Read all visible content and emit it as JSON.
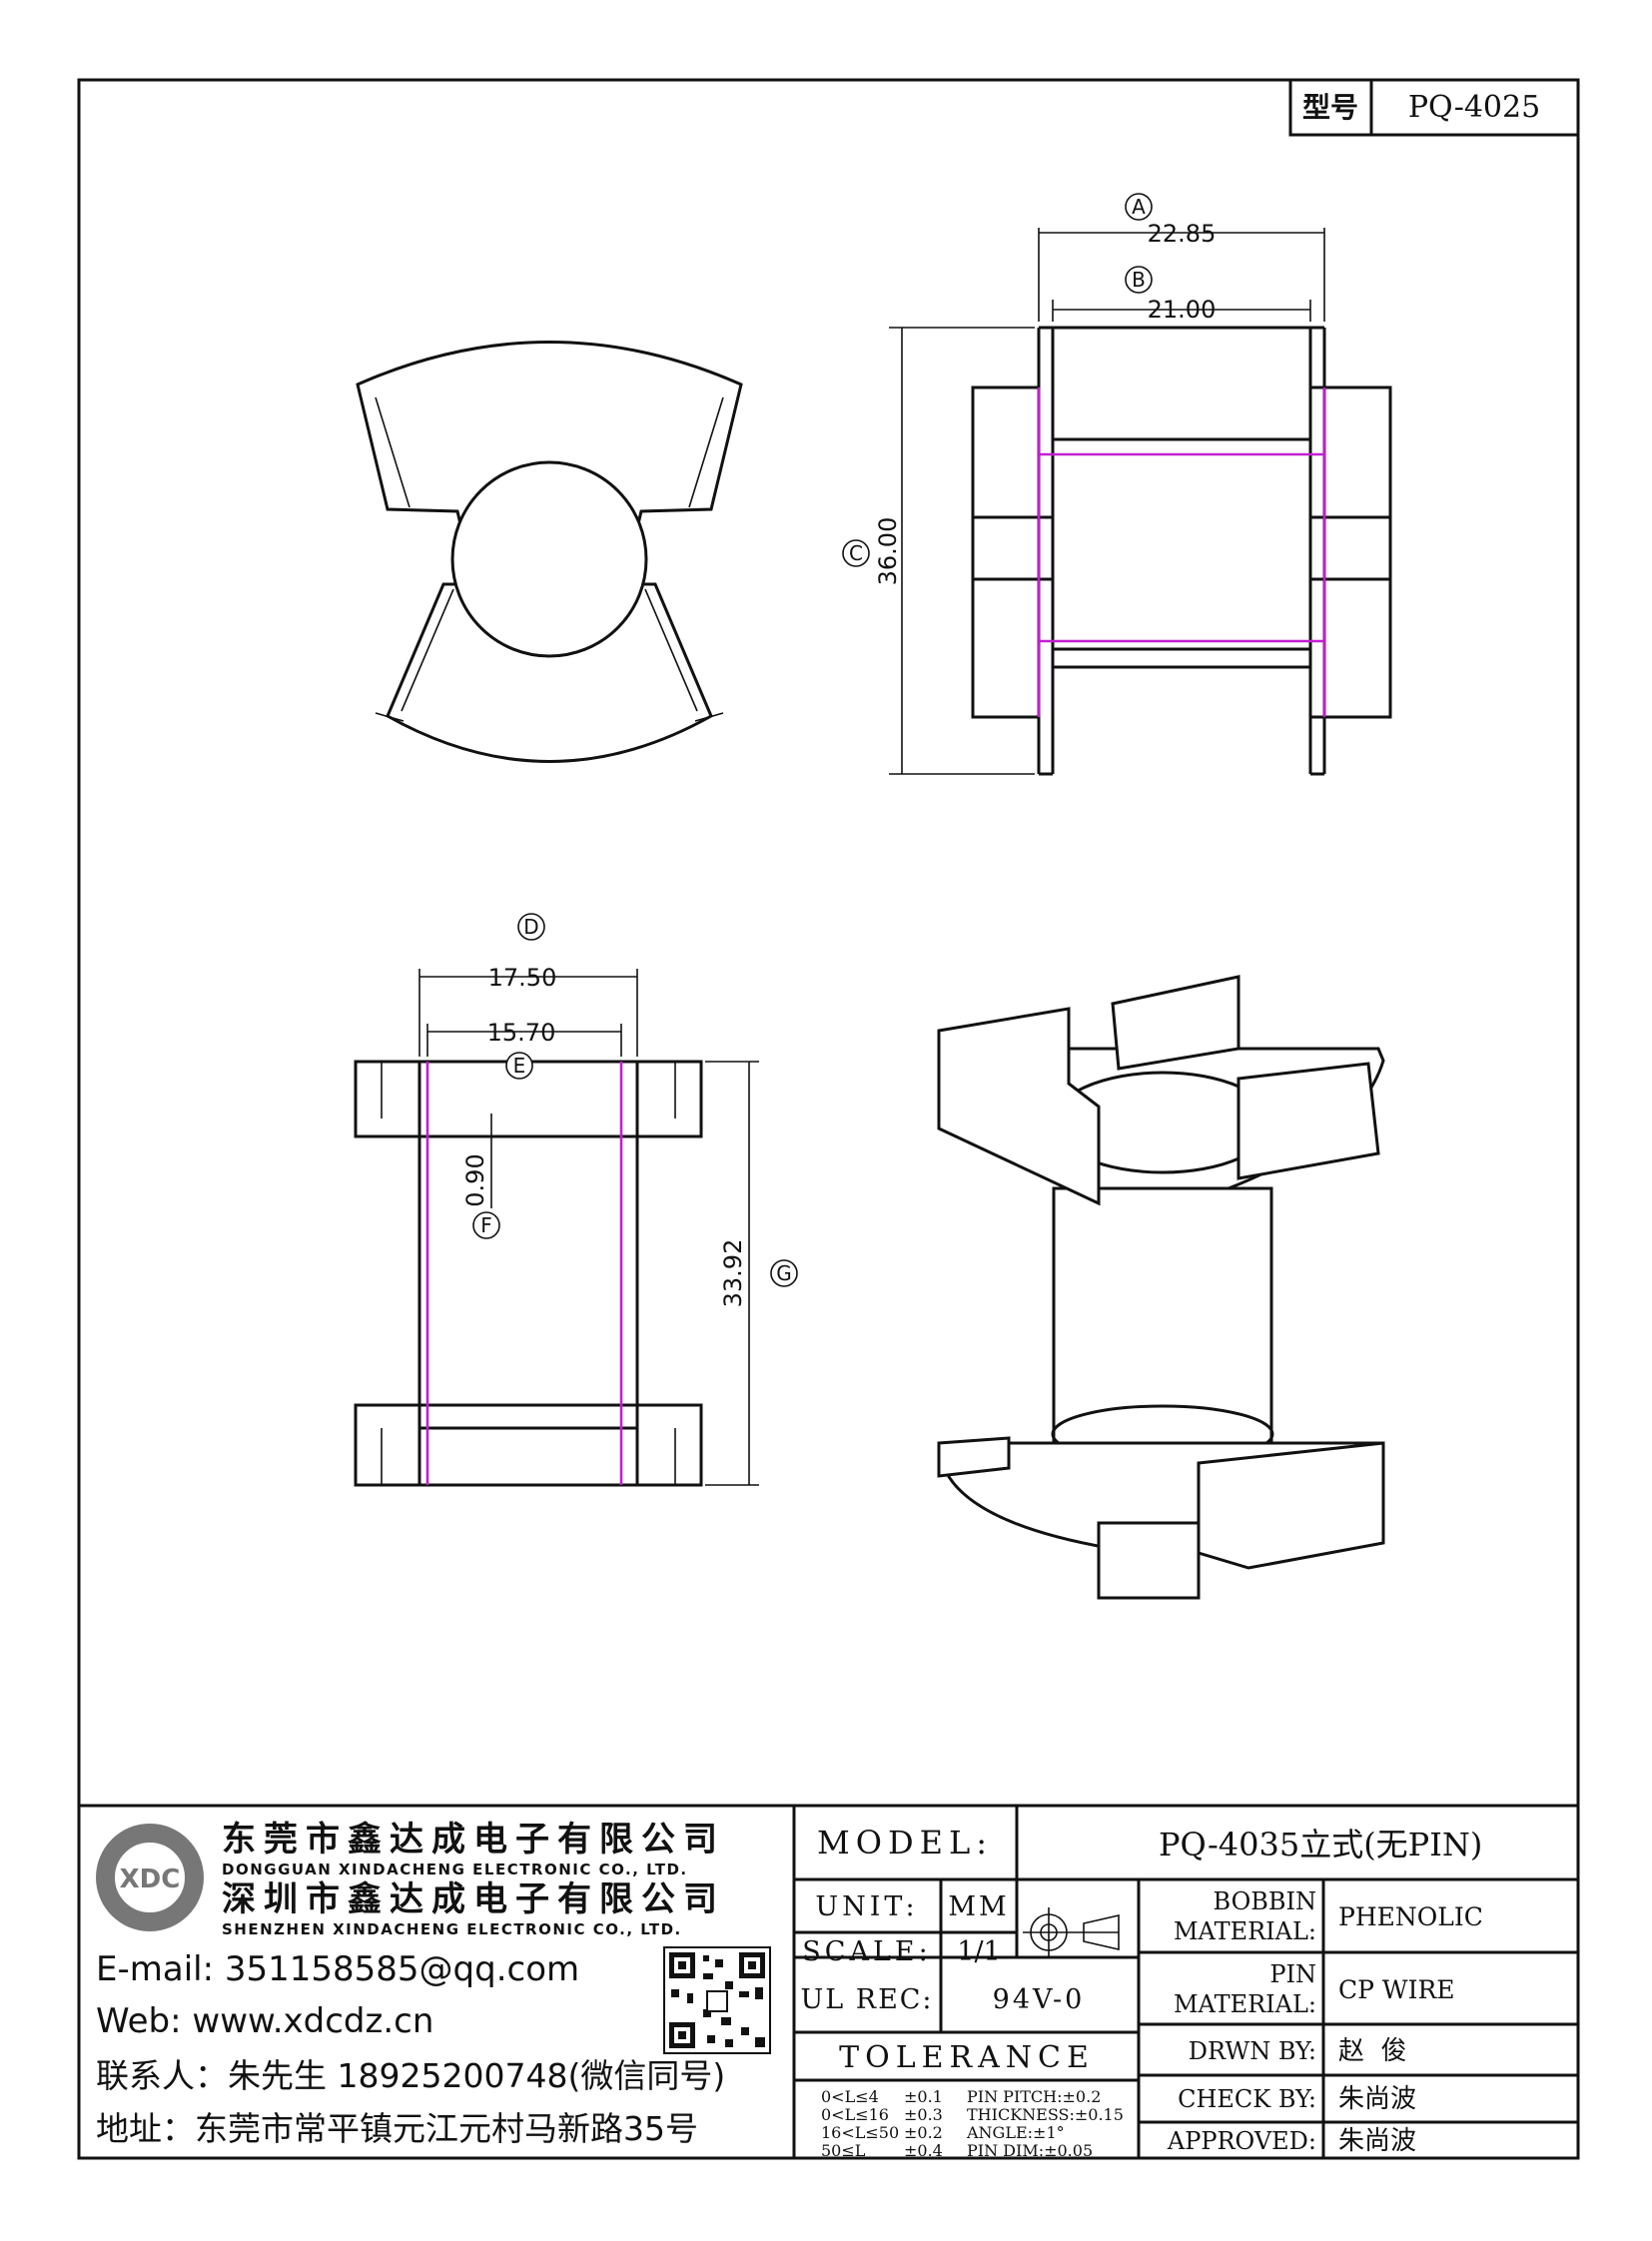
{
  "model_box": {
    "label": "型号",
    "value": "PQ-4025"
  },
  "dims": {
    "A": {
      "letter": "A",
      "value": "22.85"
    },
    "B": {
      "letter": "B",
      "value": "21.00"
    },
    "C": {
      "letter": "C",
      "value": "36.00"
    },
    "D": {
      "letter": "D",
      "value": "17.50"
    },
    "E": {
      "letter": "E",
      "value": "15.70"
    },
    "F": {
      "letter": "F",
      "value": "0.90"
    },
    "G": {
      "letter": "G",
      "value": "33.92"
    }
  },
  "company": {
    "name_dg": "东莞市鑫达成电子有限公司",
    "name_dg_en": "DONGGUAN XINDACHENG ELECTRONIC CO., LTD.",
    "name_sz": "深圳市鑫达成电子有限公司",
    "name_sz_en": "SHENZHEN XINDACHENG ELECTRONIC CO., LTD.",
    "logo_text": "XDC",
    "email": "E-mail: 351158585@qq.com",
    "web": "Web: www.xdcdz.cn",
    "contact": "联系人：朱先生 18925200748(微信同号)",
    "address": "地址：东莞市常平镇元江元村马新路35号"
  },
  "title_block": {
    "model_label": "MODEL:",
    "model_value": "PQ-4035立式(无PIN)",
    "unit_label": "UNIT:",
    "unit_value": "MM",
    "scale_label": "SCALE:",
    "scale_value": "1/1",
    "ulrec_label": "UL REC:",
    "ulrec_value": "94V-0",
    "tolerance_label": "TOLERANCE",
    "tol_rows": [
      {
        "range": "0<L≤4",
        "tol": "±0.1",
        "spec": "PIN PITCH:±0.2"
      },
      {
        "range": "0<L≤16",
        "tol": "±0.3",
        "spec": "THICKNESS:±0.15"
      },
      {
        "range": "16<L≤50",
        "tol": "±0.2",
        "spec": "ANGLE:±1°"
      },
      {
        "range": "50≤L",
        "tol": "±0.4",
        "spec": "PIN DIM:±0.05"
      }
    ],
    "bobbin_label_1": "BOBBIN",
    "bobbin_label_2": "MATERIAL:",
    "bobbin_value": "PHENOLIC",
    "pin_label_1": "PIN",
    "pin_label_2": "MATERIAL:",
    "pin_value": "CP WIRE",
    "drawn_label": "DRWN BY:",
    "drawn_value": "赵  俊",
    "check_label": "CHECK BY:",
    "check_value": "朱尚波",
    "approved_label": "APPROVED:",
    "approved_value": "朱尚波"
  }
}
